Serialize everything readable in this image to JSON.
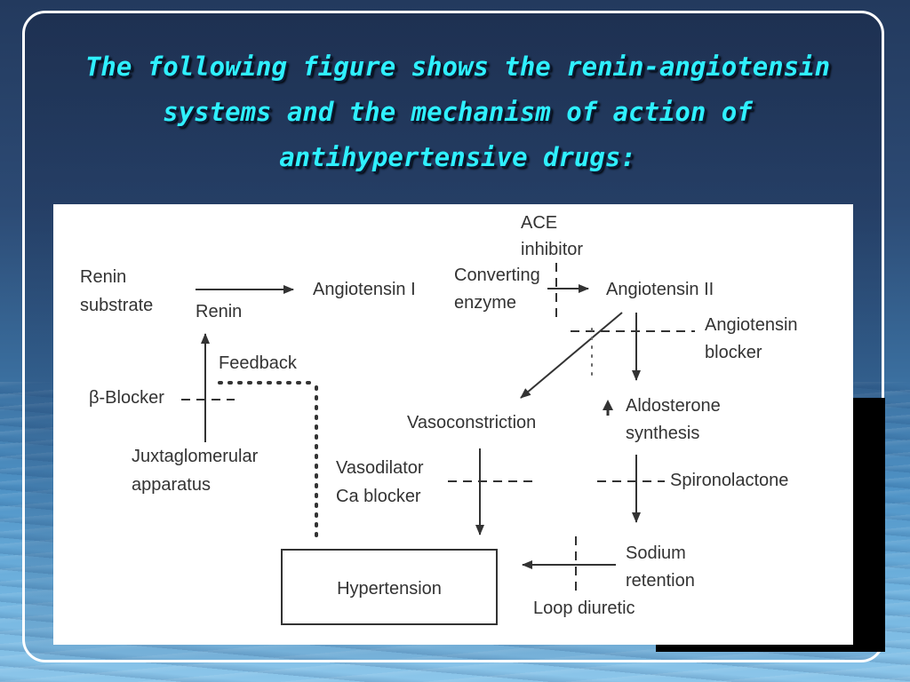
{
  "slide": {
    "title": "The following figure shows the renin-angiotensin systems and the mechanism of action of antihypertensive drugs:"
  },
  "diagram": {
    "renin_substrate": [
      "Renin",
      "substrate"
    ],
    "renin": "Renin",
    "angiotensin_1": "Angiotensin I",
    "ace_inhibitor": [
      "ACE",
      "inhibitor"
    ],
    "converting_enzyme": [
      "Converting",
      "enzyme"
    ],
    "angiotensin_2": "Angiotensin II",
    "angiotensin_blocker": [
      "Angiotensin",
      "blocker"
    ],
    "feedback": "Feedback",
    "beta_blocker": "β-Blocker",
    "juxtaglomerular": [
      "Juxtaglomerular",
      "apparatus"
    ],
    "vasoconstriction": "Vasoconstriction",
    "aldosterone": [
      "Aldosterone",
      "synthesis"
    ],
    "vasodilator": [
      "Vasodilator",
      "Ca blocker"
    ],
    "spironolactone": "Spironolactone",
    "hypertension": "Hypertension",
    "sodium_retention": [
      "Sodium",
      "retention"
    ],
    "loop_diuretic": "Loop diuretic"
  }
}
